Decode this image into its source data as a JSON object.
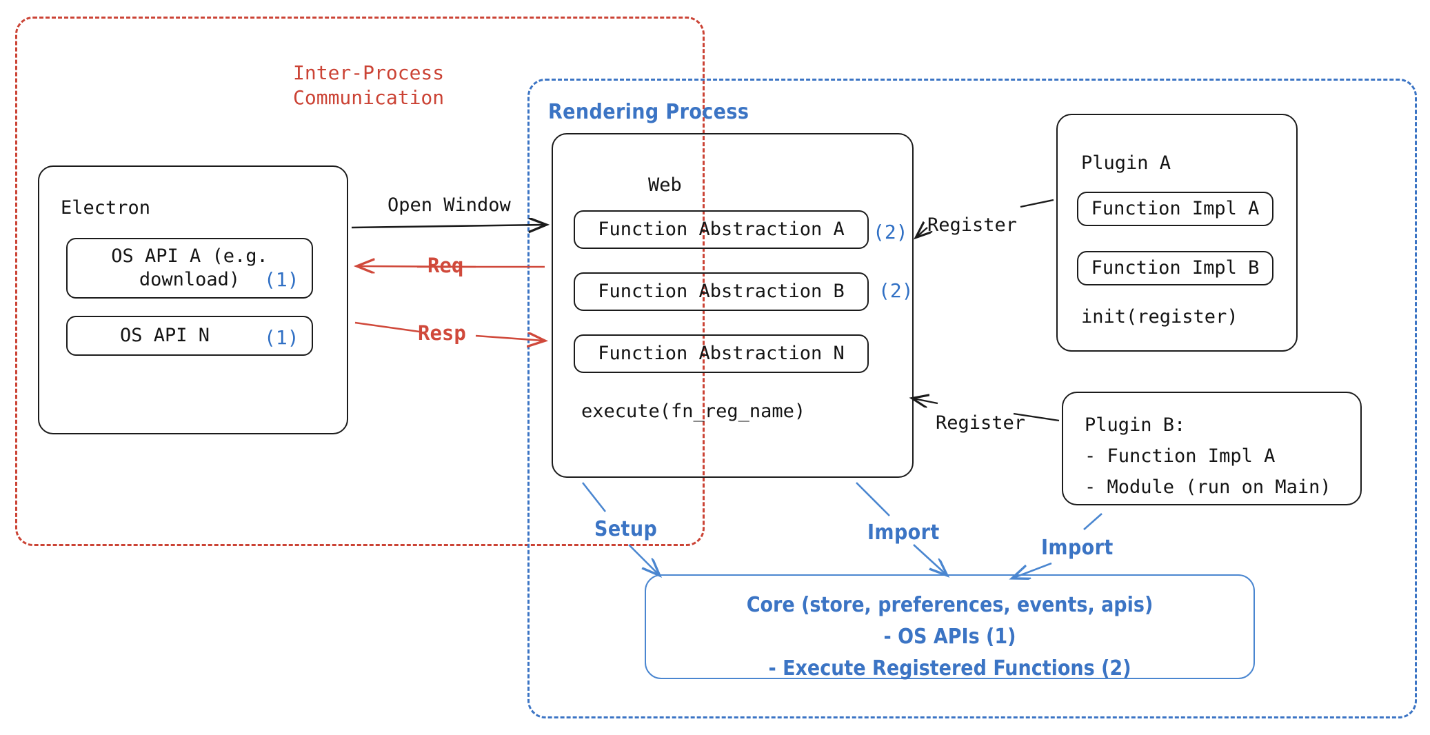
{
  "diagram": {
    "title": "Electron plugin architecture",
    "colors": {
      "red": "#cb4335",
      "blue": "#3b74c4",
      "black": "#141414",
      "core_blue": "#4a86d0"
    },
    "containers": {
      "ipc": {
        "label": "Inter-Process\nCommunication",
        "style": "dashed-red"
      },
      "rendering": {
        "label": "Rendering Process",
        "style": "dashed-blue"
      }
    },
    "electron": {
      "title": "Electron",
      "apis": [
        {
          "label": "OS API A (e.g.\ndownload)",
          "marker": "(1)"
        },
        {
          "label": "OS API N",
          "marker": "(1)"
        }
      ]
    },
    "web": {
      "title": "Web",
      "abstractions": [
        {
          "label": "Function Abstraction A",
          "marker": "(2)"
        },
        {
          "label": "Function Abstraction B",
          "marker": "(2)"
        },
        {
          "label": "Function Abstraction N",
          "marker": ""
        }
      ],
      "footer": "execute(fn_reg_name)"
    },
    "plugin_a": {
      "title": "Plugin A",
      "items": [
        "Function Impl A",
        "Function Impl B"
      ],
      "footer": "init(register)"
    },
    "plugin_b": {
      "lines": [
        "Plugin B:",
        "- Function Impl A",
        "- Module (run on Main)"
      ]
    },
    "core": {
      "lines": [
        "Core (store, preferences, events, apis)",
        "- OS APIs (1)",
        "- Execute Registered Functions (2)"
      ]
    },
    "edges": {
      "open_window": "Open Window",
      "req": "Req",
      "resp": "Resp",
      "register_a": "Register",
      "register_b": "Register",
      "setup": "Setup",
      "import_web": "Import",
      "import_plugin": "Import"
    }
  }
}
